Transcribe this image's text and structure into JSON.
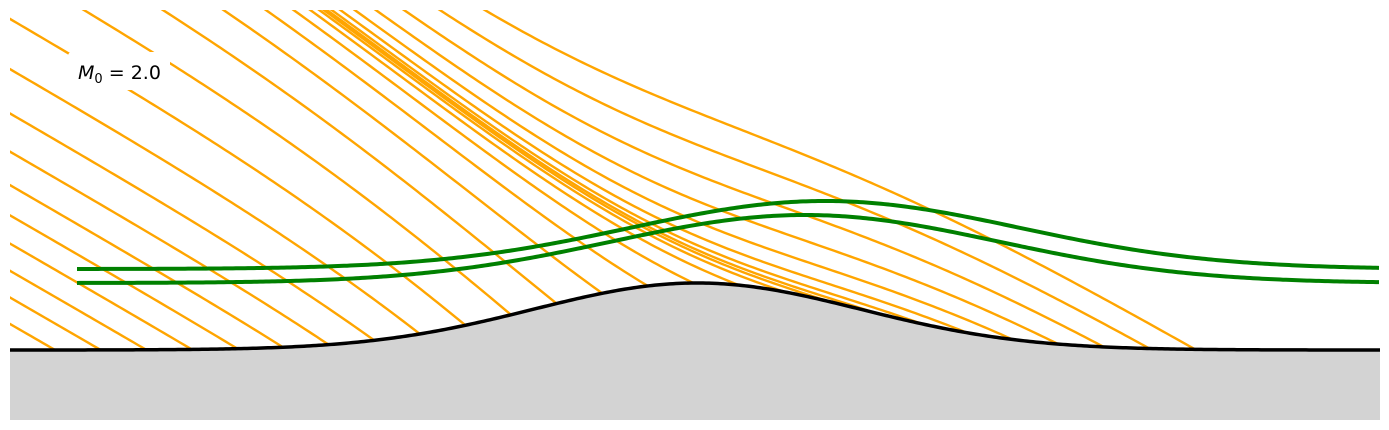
{
  "annotation": {
    "symbol": "M",
    "subscript": "0",
    "equals": " = ",
    "value": "2.0"
  },
  "colors": {
    "wall_fill": "#d3d3d3",
    "wall_line": "#000000",
    "mach_lines": "#ffa500",
    "streamlines": "#008000",
    "background": "#ffffff",
    "label_box": "#ffffff"
  },
  "diagram": {
    "bump_shape": "gaussian",
    "mach_line_count": 26,
    "streamline_count": 2
  }
}
